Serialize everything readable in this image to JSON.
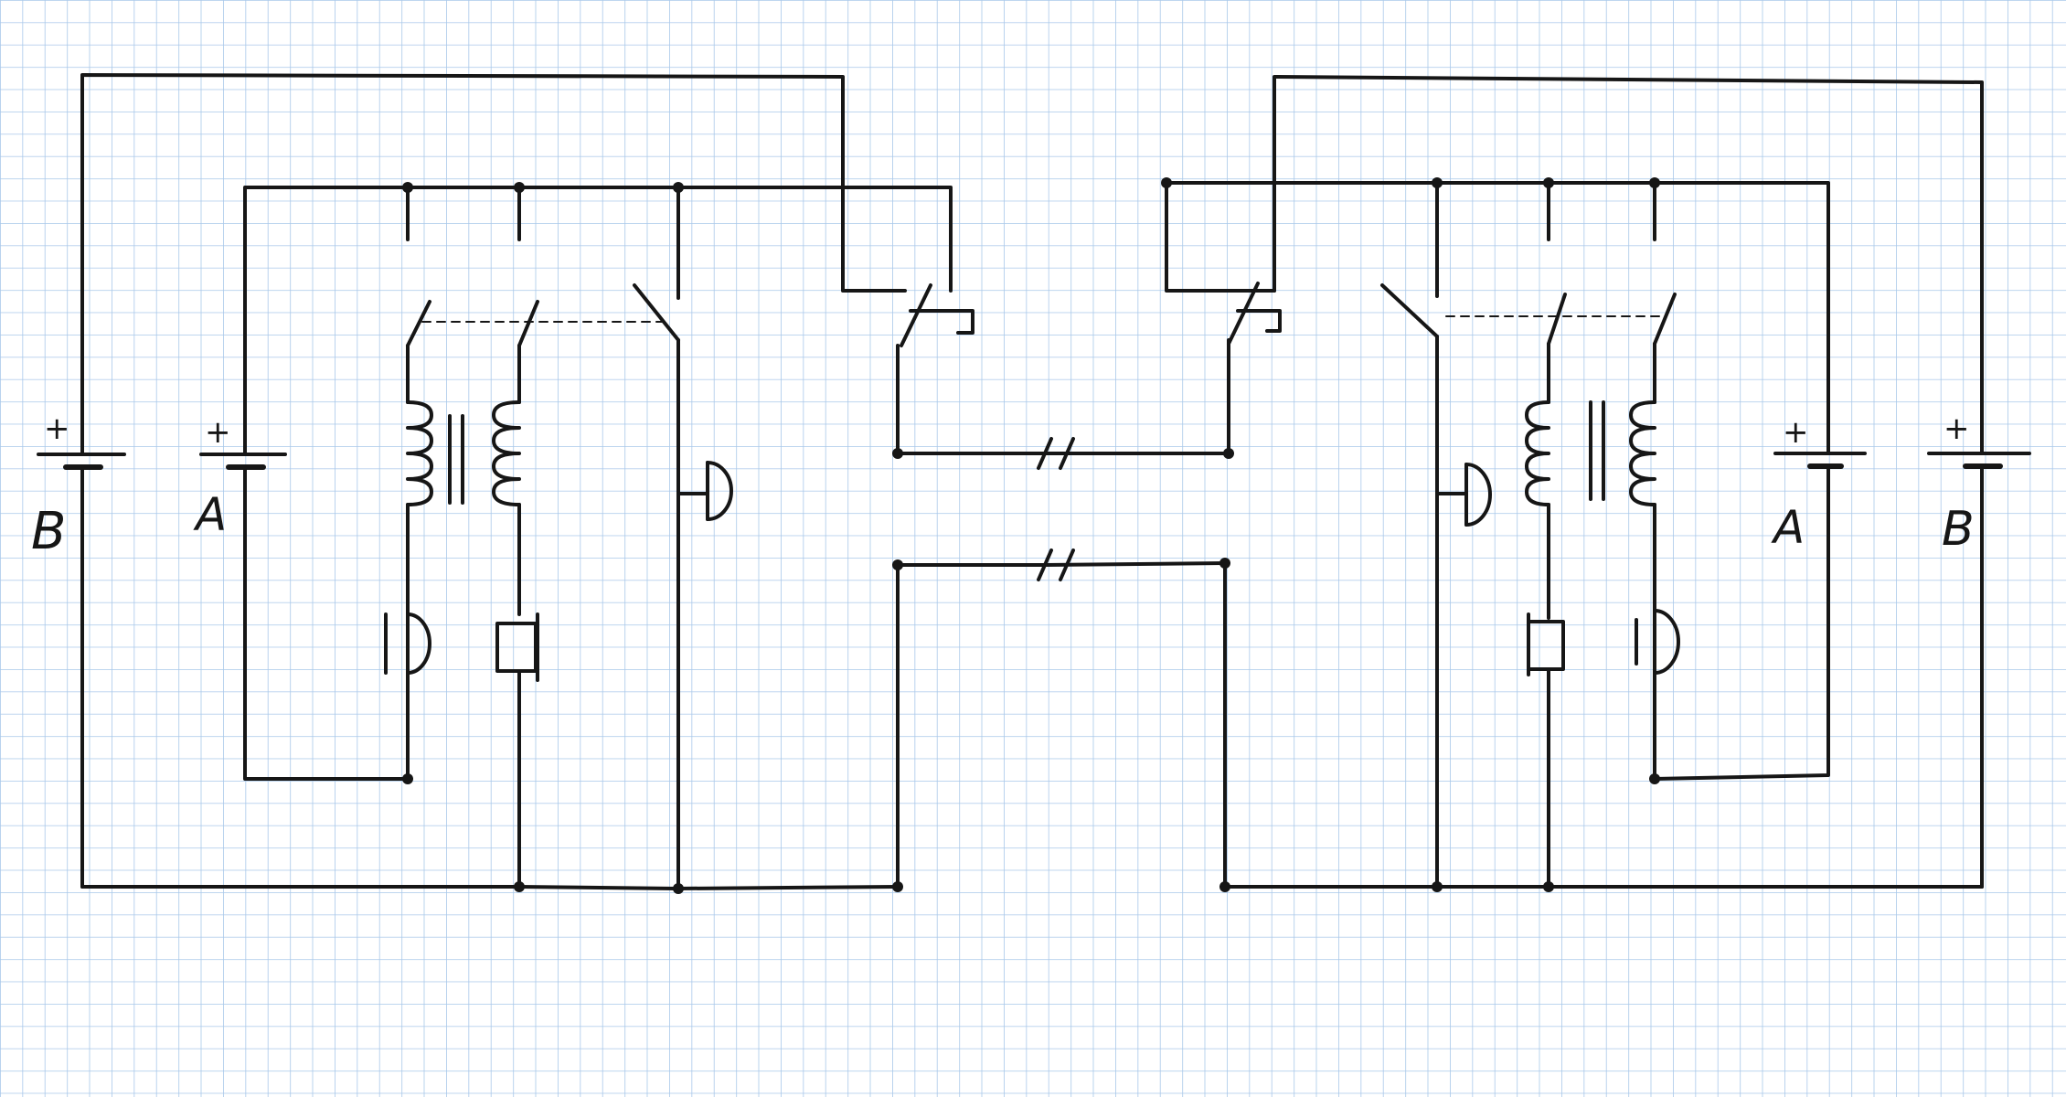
{
  "diagram": {
    "paper_color": "#ffffff",
    "grid_minor_color": "#a9c8ea",
    "grid_major_color": "#86b1de",
    "ink_color": "#161616",
    "labels": {
      "left_battery_outer": "B",
      "left_battery_inner": "A",
      "right_battery_inner": "A",
      "right_battery_outer": "B",
      "plus_sign": "+"
    }
  }
}
